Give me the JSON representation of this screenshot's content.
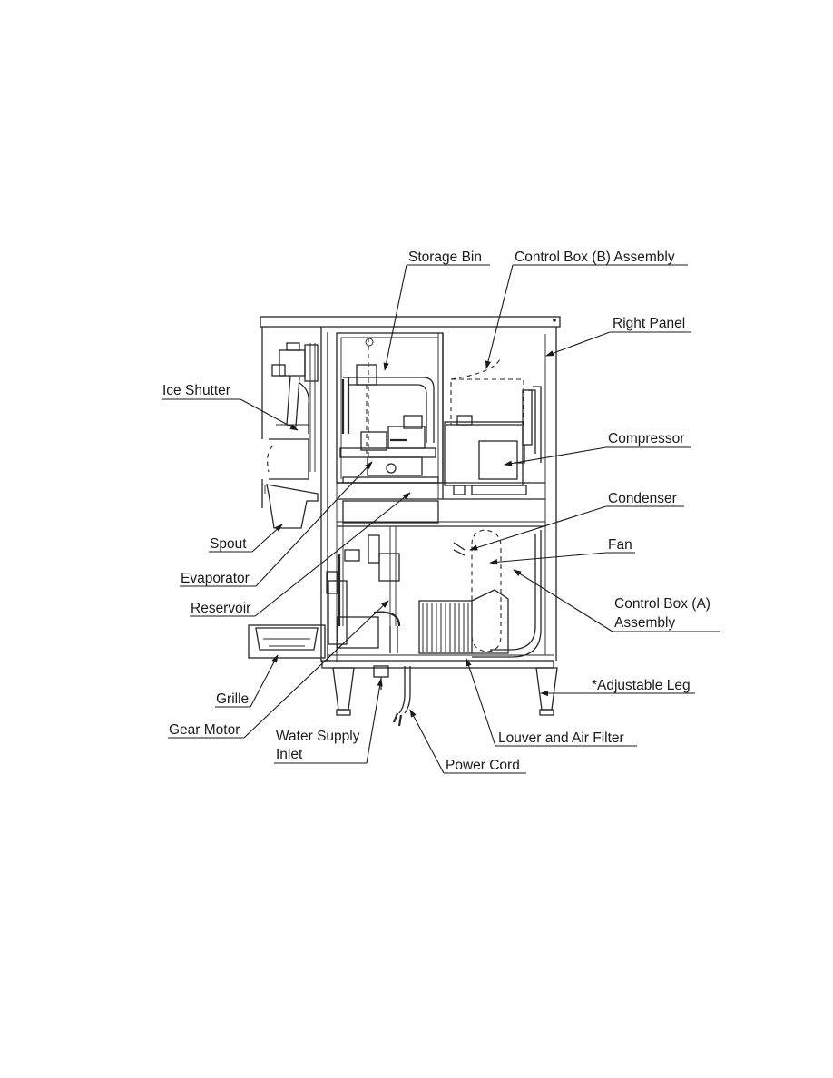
{
  "labels": {
    "storage_bin": "Storage Bin",
    "control_box_b": "Control Box (B) Assembly",
    "right_panel": "Right Panel",
    "ice_shutter": "Ice Shutter",
    "compressor": "Compressor",
    "condenser": "Condenser",
    "fan": "Fan",
    "spout": "Spout",
    "evaporator": "Evaporator",
    "reservoir": "Reservoir",
    "control_box_a_line1": "Control Box (A)",
    "control_box_a_line2": "Assembly",
    "adjustable_leg": "*Adjustable Leg",
    "grille": "Grille",
    "gear_motor": "Gear Motor",
    "water_supply_line1": "Water Supply",
    "water_supply_line2": "Inlet",
    "louver_air_filter": "Louver and Air Filter",
    "power_cord": "Power Cord"
  }
}
